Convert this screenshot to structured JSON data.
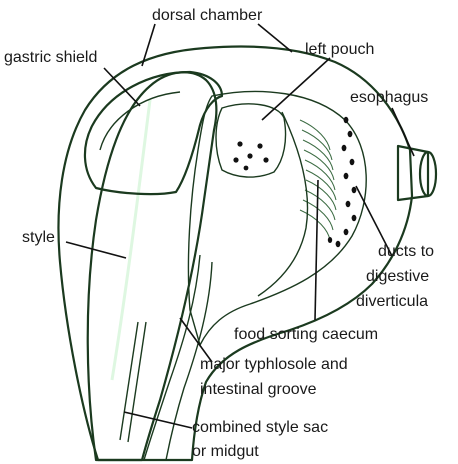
{
  "labels": {
    "dorsal_chamber": "dorsal chamber",
    "gastric_shield": "gastric shield",
    "left_pouch": "left pouch",
    "esophagus": "esophagus",
    "style": "style",
    "ducts_line1": "ducts to",
    "ducts_line2": "digestive",
    "ducts_line3": "diverticula",
    "food_sorting_caecum": "food sorting caecum",
    "typhlosole_line1": "major typhlosole and",
    "typhlosole_line2": "intestinal groove",
    "style_sac_line1": "combined style sac",
    "style_sac_line2": "or midgut"
  },
  "colors": {
    "body_green": "#5cc46e",
    "light_green": "#bfe9c4",
    "dark_green": "#3aa553",
    "outline": "#1b3a1f"
  }
}
